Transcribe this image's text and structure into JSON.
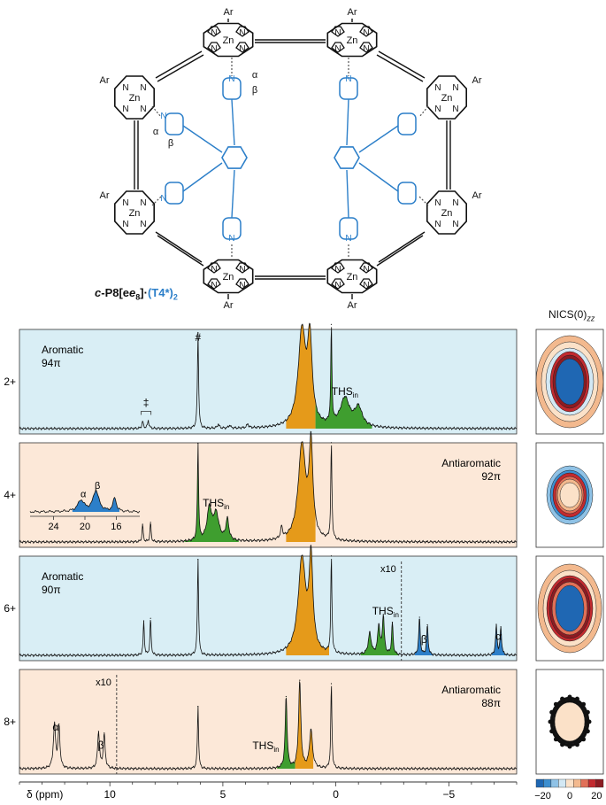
{
  "molecule": {
    "name_prefix": "c",
    "name_core": "-P8[e",
    "name_sub": "8",
    "name_close": "]·",
    "name_ligand": "(T4*)",
    "name_ligand_sub": "2",
    "labels": {
      "ar": "Ar",
      "zn": "Zn",
      "n": "N",
      "alpha": "α",
      "beta": "β"
    }
  },
  "nics": {
    "title_main": "NICS(0)",
    "title_sub": "zz",
    "colorbar": {
      "colors": [
        "#1f67b3",
        "#3d8fd0",
        "#8fc2e6",
        "#d3e8f4",
        "#fbe1c8",
        "#f3b98e",
        "#e17058",
        "#c22a2f",
        "#8d1b22"
      ],
      "tick_labels": [
        "−20",
        "0",
        "20"
      ],
      "tick_values": [
        -20,
        0,
        20
      ],
      "range": [
        -25,
        25
      ]
    }
  },
  "chart_data": {
    "type": "line",
    "xlabel": "δ (ppm)",
    "xlim": [
      14,
      -8
    ],
    "x_reversed": true,
    "x_ticks": [
      10,
      5,
      0,
      -5
    ],
    "x_tick_labels": [
      "10",
      "5",
      "0",
      "−5"
    ],
    "colors": {
      "aromatic_bg": "#d9eef5",
      "antiaromatic_bg": "#fce8d8",
      "solvent_fill": "#e59a1a",
      "ths_fill": "#3f9e2f",
      "ligand_fill": "#2c7fc9"
    },
    "series": [
      {
        "name": "2+",
        "state": "Aromatic",
        "electrons": "94π",
        "background": "aromatic",
        "annotations": [
          {
            "text": "#",
            "x": 6.1
          },
          {
            "text": "‡",
            "x": 8.4
          },
          {
            "text": "THS",
            "sub": "in",
            "x": -0.4
          }
        ],
        "peaks": [
          {
            "x": 8.55,
            "h": 0.07,
            "w": 0.04
          },
          {
            "x": 8.3,
            "h": 0.08,
            "w": 0.04
          },
          {
            "x": 6.1,
            "h": 1.0,
            "w": 0.03
          },
          {
            "x": 5.2,
            "h": 0.04,
            "w": 0.05
          },
          {
            "x": 4.7,
            "h": 0.03,
            "w": 0.05
          },
          {
            "x": 3.9,
            "h": 0.04,
            "w": 0.05
          },
          {
            "x": 1.5,
            "h": 1.0,
            "w": 0.2
          },
          {
            "x": 1.15,
            "h": 0.85,
            "w": 0.12
          },
          {
            "x": 0.2,
            "h": 1.0,
            "w": 0.03
          },
          {
            "x": -0.4,
            "h": 0.3,
            "w": 0.25
          },
          {
            "x": -1.0,
            "h": 0.2,
            "w": 0.2
          }
        ],
        "fills": [
          {
            "kind": "solvent",
            "from": 2.2,
            "to": 0.9
          },
          {
            "kind": "ths",
            "from": 0.9,
            "to": -1.6
          }
        ]
      },
      {
        "name": "4+",
        "state": "Antiaromatic",
        "electrons": "92π",
        "background": "antiaromatic",
        "annotations": [
          {
            "text": "THS",
            "sub": "in",
            "x": 5.3
          }
        ],
        "inset": {
          "x_ticks": [
            24,
            20,
            16
          ],
          "x_tick_labels": [
            "24",
            "20",
            "16"
          ],
          "xlim": [
            27,
            13
          ],
          "peak_labels": [
            {
              "text": "α",
              "x": 20.2
            },
            {
              "text": "β",
              "x": 18.4
            }
          ],
          "peaks": [
            {
              "x": 20.5,
              "h": 0.45,
              "w": 0.5
            },
            {
              "x": 18.6,
              "h": 0.85,
              "w": 0.45
            },
            {
              "x": 16.2,
              "h": 0.55,
              "w": 0.25
            }
          ]
        },
        "peaks": [
          {
            "x": 8.55,
            "h": 0.18,
            "w": 0.03
          },
          {
            "x": 8.2,
            "h": 0.2,
            "w": 0.03
          },
          {
            "x": 6.1,
            "h": 1.0,
            "w": 0.03
          },
          {
            "x": 5.6,
            "h": 0.33,
            "w": 0.12
          },
          {
            "x": 5.3,
            "h": 0.28,
            "w": 0.15
          },
          {
            "x": 4.8,
            "h": 0.22,
            "w": 0.08
          },
          {
            "x": 2.4,
            "h": 0.12,
            "w": 0.05
          },
          {
            "x": 1.5,
            "h": 1.0,
            "w": 0.2
          },
          {
            "x": 1.1,
            "h": 0.95,
            "w": 0.1
          },
          {
            "x": 0.2,
            "h": 1.0,
            "w": 0.03
          }
        ],
        "fills": [
          {
            "kind": "ths",
            "from": 6.7,
            "to": 4.3
          },
          {
            "kind": "solvent",
            "from": 2.2,
            "to": 0.9
          }
        ]
      },
      {
        "name": "6+",
        "state": "Aromatic",
        "electrons": "90π",
        "background": "aromatic",
        "break_label": "x10",
        "break_x": -2.9,
        "annotations": [
          {
            "text": "THS",
            "sub": "in",
            "x": -2.2
          },
          {
            "text": "β",
            "x": -3.9
          },
          {
            "text": "α",
            "x": -7.2
          }
        ],
        "peaks": [
          {
            "x": 8.5,
            "h": 0.35,
            "w": 0.03
          },
          {
            "x": 8.2,
            "h": 0.38,
            "w": 0.03
          },
          {
            "x": 6.1,
            "h": 1.0,
            "w": 0.03
          },
          {
            "x": 1.5,
            "h": 1.0,
            "w": 0.2
          },
          {
            "x": 1.1,
            "h": 0.95,
            "w": 0.1
          },
          {
            "x": 0.2,
            "h": 1.0,
            "w": 0.03
          },
          {
            "x": -1.5,
            "h": 0.22,
            "w": 0.08
          },
          {
            "x": -1.9,
            "h": 0.3,
            "w": 0.06
          },
          {
            "x": -2.1,
            "h": 0.4,
            "w": 0.05
          },
          {
            "x": -2.5,
            "h": 0.33,
            "w": 0.04
          },
          {
            "x": -3.7,
            "h": 0.38,
            "w": 0.04
          },
          {
            "x": -4.05,
            "h": 0.3,
            "w": 0.04
          },
          {
            "x": -7.1,
            "h": 0.3,
            "w": 0.04
          },
          {
            "x": -7.3,
            "h": 0.28,
            "w": 0.04
          }
        ],
        "fills": [
          {
            "kind": "solvent",
            "from": 2.2,
            "to": 0.3
          },
          {
            "kind": "ths",
            "from": -1.1,
            "to": -2.8
          },
          {
            "kind": "ligand",
            "from": -3.5,
            "to": -4.3
          },
          {
            "kind": "ligand",
            "from": -6.9,
            "to": -7.6
          }
        ]
      },
      {
        "name": "8+",
        "state": "Antiaromatic",
        "electrons": "88π",
        "background": "antiaromatic",
        "break_label": "x10",
        "break_x": 9.7,
        "annotations": [
          {
            "text": "α",
            "x": 12.4
          },
          {
            "text": "β",
            "x": 10.4
          },
          {
            "text": "THS",
            "sub": "in",
            "x": 3.1
          }
        ],
        "peaks": [
          {
            "x": 12.45,
            "h": 0.45,
            "w": 0.06
          },
          {
            "x": 12.25,
            "h": 0.42,
            "w": 0.05
          },
          {
            "x": 10.5,
            "h": 0.38,
            "w": 0.05
          },
          {
            "x": 10.25,
            "h": 0.35,
            "w": 0.05
          },
          {
            "x": 6.1,
            "h": 0.65,
            "w": 0.03
          },
          {
            "x": 2.2,
            "h": 0.75,
            "w": 0.05
          },
          {
            "x": 1.6,
            "h": 0.9,
            "w": 0.06
          },
          {
            "x": 1.1,
            "h": 0.4,
            "w": 0.08
          },
          {
            "x": 0.2,
            "h": 0.88,
            "w": 0.03
          }
        ],
        "fills": [
          {
            "kind": "ths",
            "from": 2.6,
            "to": 1.8
          },
          {
            "kind": "solvent",
            "from": 1.8,
            "to": 1.0
          }
        ]
      }
    ]
  }
}
